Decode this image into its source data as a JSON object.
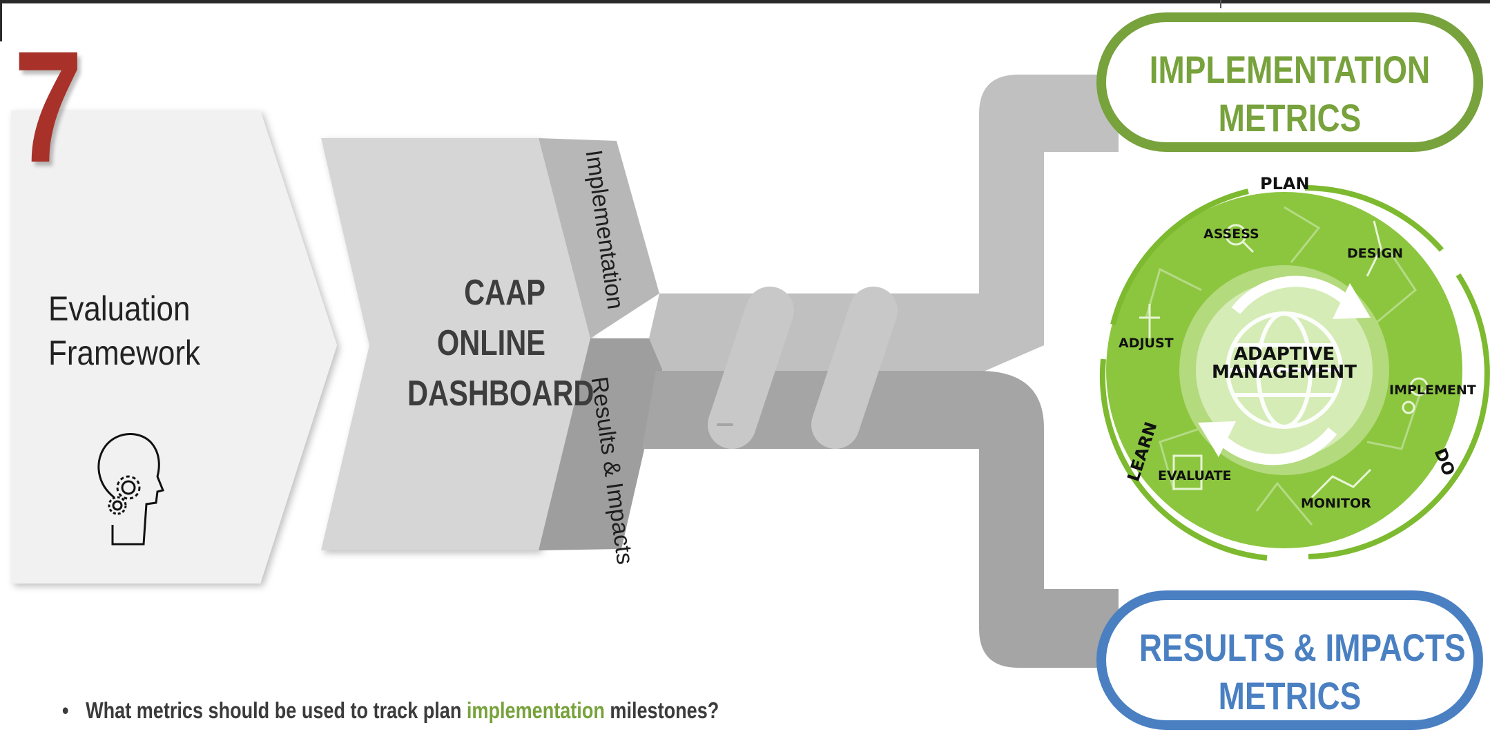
{
  "step_number": "7",
  "evaluation": {
    "line1": "Evaluation",
    "line2": "Framework",
    "icon": "head-gears-icon"
  },
  "dashboard": {
    "line1": "CAAP",
    "line2": "ONLINE",
    "line3": "DASHBOARD",
    "tab_top": "Implementation",
    "tab_bottom": "Results & Impacts"
  },
  "metrics": {
    "implementation_line1": "IMPLEMENTATION",
    "implementation_line2": "METRICS",
    "results_line1": "RESULTS & IMPACTS",
    "results_line2": "METRICS"
  },
  "cycle": {
    "center_line1": "ADAPTIVE",
    "center_line2": "MANAGEMENT",
    "plan": "PLAN",
    "do": "DO",
    "learn": "LEARN",
    "assess": "ASSESS",
    "design": "DESIGN",
    "implement": "IMPLEMENT",
    "monitor": "MONITOR",
    "evaluate": "EVALUATE",
    "adjust": "ADJUST"
  },
  "bullet": {
    "before": "What metrics should be used to track plan ",
    "highlight": "implementation",
    "after": " milestones?"
  },
  "colors": {
    "step_red": "#a8322a",
    "green": "#77a23c",
    "cycle_green": "#8cc63f",
    "blue": "#4a80c2",
    "gray_light": "#bdbdbd",
    "gray_dark": "#a3a3a3"
  }
}
